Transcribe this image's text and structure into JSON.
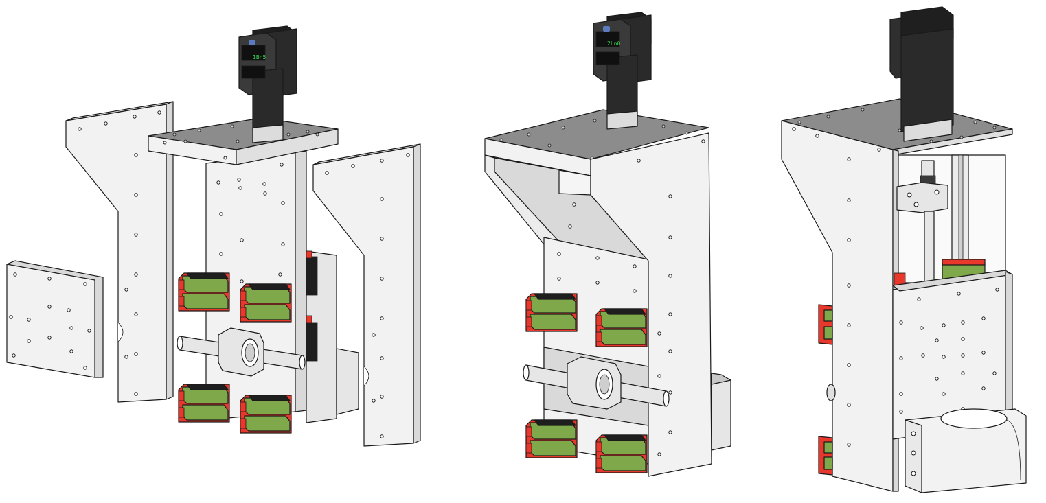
{
  "figure": {
    "views": [
      "exploded",
      "assembled",
      "section"
    ]
  },
  "motor": {
    "display_left": "1Bn5",
    "display_center": "2Ln0"
  },
  "colors": {
    "background": "#ffffff",
    "plate_face": "#f2f2f2",
    "plate_side": "#d9d9d9",
    "plate_top": "#8c8c8c",
    "motor_body": "#2a2a2a",
    "rail_green": "#7fa84a",
    "rail_red": "#e8382c",
    "rail_top": "#1e1e1e",
    "screw": "#e6e6e6",
    "display_green": "#39d353"
  }
}
